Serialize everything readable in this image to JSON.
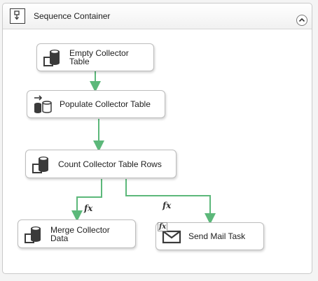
{
  "container": {
    "title": "Sequence Container"
  },
  "tasks": {
    "empty": {
      "label": "Empty Collector\nTable",
      "icon": "sql-task-icon"
    },
    "populate": {
      "label": "Populate Collector Table",
      "icon": "data-flow-task-icon"
    },
    "count": {
      "label": "Count Collector Table Rows",
      "icon": "sql-task-icon"
    },
    "merge": {
      "label": "Merge Collector\nData",
      "icon": "sql-task-icon"
    },
    "mail": {
      "label": "Send Mail Task",
      "icon": "mail-task-icon"
    }
  },
  "expressions": {
    "fx_left": "fx",
    "fx_right": "fx",
    "fx_mail": "fx"
  },
  "colors": {
    "connector": "#5cb87a",
    "icon": "#3a3a3a"
  }
}
